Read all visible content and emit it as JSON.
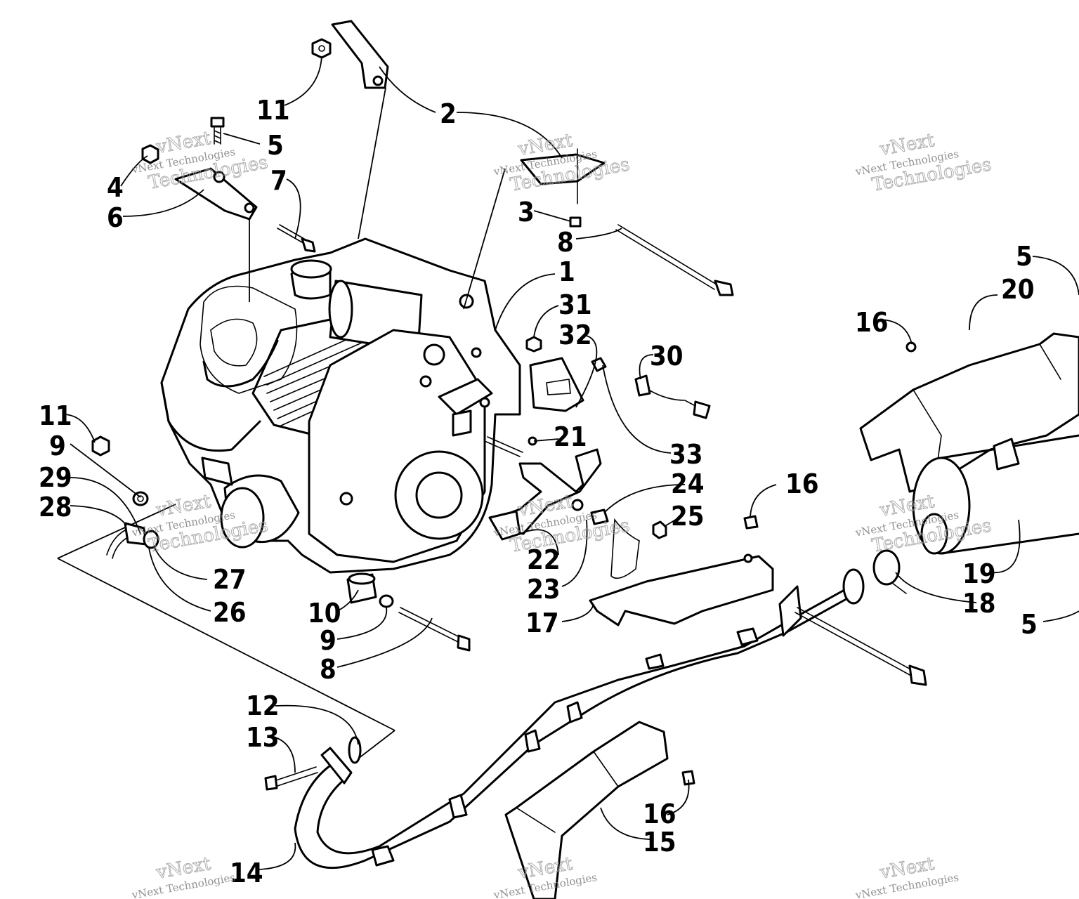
{
  "diagram": {
    "callouts": [
      {
        "label": "1"
      },
      {
        "label": "2"
      },
      {
        "label": "3"
      },
      {
        "label": "4"
      },
      {
        "label": "5"
      },
      {
        "label": "5"
      },
      {
        "label": "5"
      },
      {
        "label": "6"
      },
      {
        "label": "7"
      },
      {
        "label": "8"
      },
      {
        "label": "8"
      },
      {
        "label": "9"
      },
      {
        "label": "9"
      },
      {
        "label": "10"
      },
      {
        "label": "11"
      },
      {
        "label": "11"
      },
      {
        "label": "12"
      },
      {
        "label": "13"
      },
      {
        "label": "14"
      },
      {
        "label": "15"
      },
      {
        "label": "16"
      },
      {
        "label": "16"
      },
      {
        "label": "16"
      },
      {
        "label": "17"
      },
      {
        "label": "18"
      },
      {
        "label": "19"
      },
      {
        "label": "20"
      },
      {
        "label": "21"
      },
      {
        "label": "22"
      },
      {
        "label": "23"
      },
      {
        "label": "24"
      },
      {
        "label": "25"
      },
      {
        "label": "26"
      },
      {
        "label": "27"
      },
      {
        "label": "28"
      },
      {
        "label": "29"
      },
      {
        "label": "30"
      },
      {
        "label": "31"
      },
      {
        "label": "32"
      },
      {
        "label": "33"
      }
    ],
    "watermark": {
      "line1": "vNext",
      "line2": "vNext Technologies",
      "line3": "Technologies"
    }
  }
}
